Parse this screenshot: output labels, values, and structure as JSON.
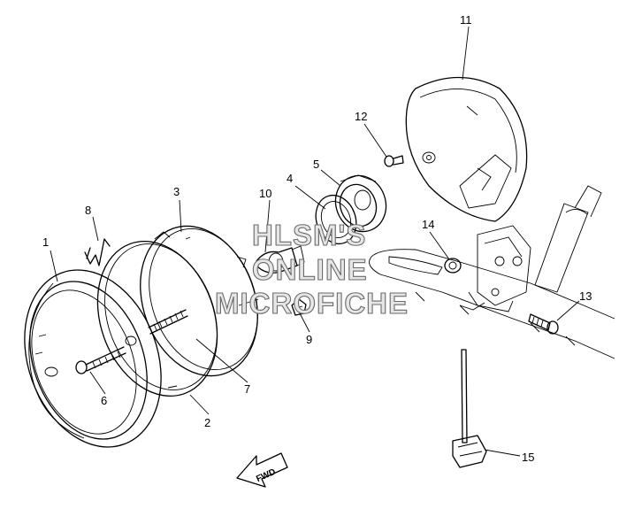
{
  "watermark": {
    "line1": "HLSM'S",
    "line2": "ONLINE",
    "line3": "MICROFICHE"
  },
  "direction_arrow": {
    "label": "FWD"
  },
  "callouts": [
    "1",
    "2",
    "3",
    "4",
    "5",
    "6",
    "7",
    "8",
    "9",
    "10",
    "11",
    "12",
    "13",
    "14",
    "15"
  ]
}
